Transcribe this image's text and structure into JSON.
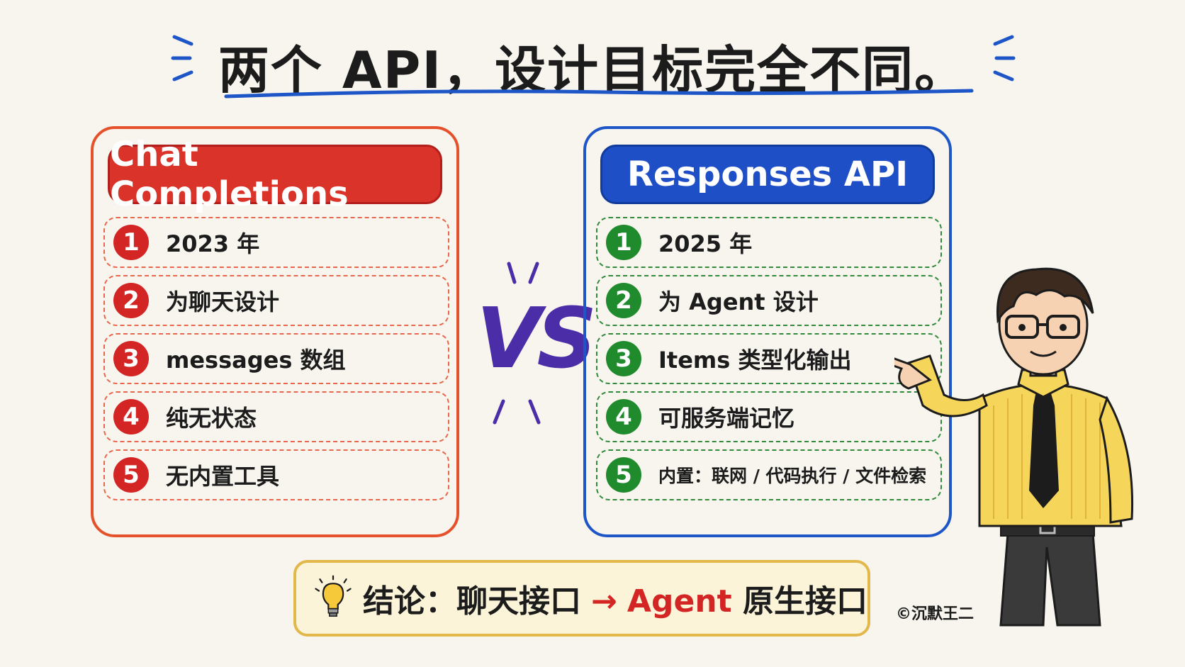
{
  "title": "两个 API，设计目标完全不同。",
  "vs_label": "VS",
  "left_panel": {
    "header": "Chat Completions",
    "accent": "#d9332a",
    "items": [
      {
        "num": "1",
        "text": "2023 年"
      },
      {
        "num": "2",
        "text": "为聊天设计"
      },
      {
        "num": "3",
        "text": "messages 数组"
      },
      {
        "num": "4",
        "text": "纯无状态"
      },
      {
        "num": "5",
        "text": "无内置工具"
      }
    ]
  },
  "right_panel": {
    "header": "Responses API",
    "accent": "#1f4fc6",
    "items": [
      {
        "num": "1",
        "text": "2025 年"
      },
      {
        "num": "2",
        "text": "为 Agent 设计"
      },
      {
        "num": "3",
        "text": "Items 类型化输出"
      },
      {
        "num": "4",
        "text": "可服务端记忆"
      },
      {
        "num": "5",
        "text": "内置：联网 / 代码执行 / 文件检索"
      }
    ]
  },
  "conclusion": {
    "prefix": "结论：聊天接口",
    "arrow": "→",
    "agent": "Agent",
    "suffix": "原生接口"
  },
  "credit": "©沉默王二",
  "icons": {
    "bulb": "lightbulb-icon",
    "character": "presenter-illustration"
  }
}
